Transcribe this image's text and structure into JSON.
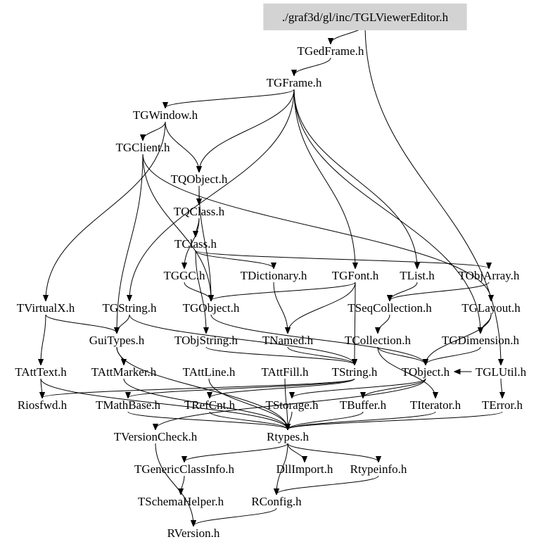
{
  "diagram": {
    "title": "./graf3d/gl/inc/TGLViewerEditor.h",
    "root": "TGLViewerEditor",
    "colors": {
      "root_fill": "#d3d3d3",
      "edge": "#000000",
      "text": "#000000",
      "background": "#ffffff"
    },
    "nodes": [
      {
        "id": "TGLViewerEditor",
        "label": "./graf3d/gl/inc/TGLViewerEditor.h",
        "highlighted": true
      },
      {
        "id": "TGedFrame",
        "label": "TGedFrame.h"
      },
      {
        "id": "TGFrame",
        "label": "TGFrame.h"
      },
      {
        "id": "TGWindow",
        "label": "TGWindow.h"
      },
      {
        "id": "TGClient",
        "label": "TGClient.h"
      },
      {
        "id": "TQObject",
        "label": "TQObject.h"
      },
      {
        "id": "TQClass",
        "label": "TQClass.h"
      },
      {
        "id": "TClass",
        "label": "TClass.h"
      },
      {
        "id": "TGGC",
        "label": "TGGC.h"
      },
      {
        "id": "TDictionary",
        "label": "TDictionary.h"
      },
      {
        "id": "TGFont",
        "label": "TGFont.h"
      },
      {
        "id": "TList",
        "label": "TList.h"
      },
      {
        "id": "TObjArray",
        "label": "TObjArray.h"
      },
      {
        "id": "TVirtualX",
        "label": "TVirtualX.h"
      },
      {
        "id": "TGString",
        "label": "TGString.h"
      },
      {
        "id": "TGObject",
        "label": "TGObject.h"
      },
      {
        "id": "TSeqCollection",
        "label": "TSeqCollection.h"
      },
      {
        "id": "TGLayout",
        "label": "TGLayout.h"
      },
      {
        "id": "GuiTypes",
        "label": "GuiTypes.h"
      },
      {
        "id": "TObjString",
        "label": "TObjString.h"
      },
      {
        "id": "TNamed",
        "label": "TNamed.h"
      },
      {
        "id": "TCollection",
        "label": "TCollection.h"
      },
      {
        "id": "TGDimension",
        "label": "TGDimension.h"
      },
      {
        "id": "TAttText",
        "label": "TAttText.h"
      },
      {
        "id": "TAttMarker",
        "label": "TAttMarker.h"
      },
      {
        "id": "TAttLine",
        "label": "TAttLine.h"
      },
      {
        "id": "TAttFill",
        "label": "TAttFill.h"
      },
      {
        "id": "TString",
        "label": "TString.h"
      },
      {
        "id": "TObject",
        "label": "TObject.h"
      },
      {
        "id": "TGLUtil",
        "label": "TGLUtil.h"
      },
      {
        "id": "Riosfwd",
        "label": "Riosfwd.h"
      },
      {
        "id": "TMathBase",
        "label": "TMathBase.h"
      },
      {
        "id": "TRefCnt",
        "label": "TRefCnt.h"
      },
      {
        "id": "TStorage",
        "label": "TStorage.h"
      },
      {
        "id": "TBuffer",
        "label": "TBuffer.h"
      },
      {
        "id": "TIterator",
        "label": "TIterator.h"
      },
      {
        "id": "TError",
        "label": "TError.h"
      },
      {
        "id": "TVersionCheck",
        "label": "TVersionCheck.h"
      },
      {
        "id": "Rtypes",
        "label": "Rtypes.h"
      },
      {
        "id": "TGenericClassInfo",
        "label": "TGenericClassInfo.h"
      },
      {
        "id": "DllImport",
        "label": "DllImport.h"
      },
      {
        "id": "Rtypeinfo",
        "label": "Rtypeinfo.h"
      },
      {
        "id": "TSchemaHelper",
        "label": "TSchemaHelper.h"
      },
      {
        "id": "RConfig",
        "label": "RConfig.h"
      },
      {
        "id": "RVersion",
        "label": "RVersion.h"
      }
    ],
    "edges": [
      [
        "TGLViewerEditor",
        "TGedFrame"
      ],
      [
        "TGLViewerEditor",
        "TGLUtil"
      ],
      [
        "TGedFrame",
        "TGFrame"
      ],
      [
        "TGFrame",
        "TGWindow"
      ],
      [
        "TGFrame",
        "TQObject"
      ],
      [
        "TGFrame",
        "TList"
      ],
      [
        "TGFrame",
        "TGFont"
      ],
      [
        "TGFrame",
        "TGDimension"
      ],
      [
        "TGFrame",
        "TGString"
      ],
      [
        "TGWindow",
        "TGClient"
      ],
      [
        "TGWindow",
        "TQObject"
      ],
      [
        "TGWindow",
        "TVirtualX"
      ],
      [
        "TGClient",
        "TGObject"
      ],
      [
        "TGClient",
        "TGLayout"
      ],
      [
        "TGClient",
        "GuiTypes"
      ],
      [
        "TQObject",
        "TQClass"
      ],
      [
        "TQObject",
        "TGObject"
      ],
      [
        "TQClass",
        "TClass"
      ],
      [
        "TQClass",
        "TGGC"
      ],
      [
        "TClass",
        "TDictionary"
      ],
      [
        "TClass",
        "TObjArray"
      ],
      [
        "TClass",
        "TObjString"
      ],
      [
        "TGGC",
        "TGObject"
      ],
      [
        "TDictionary",
        "TNamed"
      ],
      [
        "TGFont",
        "TGObject"
      ],
      [
        "TGFont",
        "TNamed"
      ],
      [
        "TGFont",
        "TString"
      ],
      [
        "TList",
        "TSeqCollection"
      ],
      [
        "TObjArray",
        "TSeqCollection"
      ],
      [
        "TVirtualX",
        "GuiTypes"
      ],
      [
        "TVirtualX",
        "TAttText"
      ],
      [
        "TGString",
        "GuiTypes"
      ],
      [
        "TGString",
        "TString"
      ],
      [
        "TGObject",
        "TObject"
      ],
      [
        "TSeqCollection",
        "TCollection"
      ],
      [
        "TGLayout",
        "TGDimension"
      ],
      [
        "TGLayout",
        "TObject"
      ],
      [
        "GuiTypes",
        "TAttMarker"
      ],
      [
        "GuiTypes",
        "Rtypes"
      ],
      [
        "TObjString",
        "TString"
      ],
      [
        "TNamed",
        "TString"
      ],
      [
        "TCollection",
        "TObject"
      ],
      [
        "TCollection",
        "TIterator"
      ],
      [
        "TGDimension",
        "TObject"
      ],
      [
        "TAttText",
        "Riosfwd"
      ],
      [
        "TAttText",
        "Rtypes"
      ],
      [
        "TAttMarker",
        "Rtypes"
      ],
      [
        "TAttLine",
        "Rtypes"
      ],
      [
        "TAttFill",
        "Rtypes"
      ],
      [
        "TString",
        "TMathBase"
      ],
      [
        "TString",
        "TRefCnt"
      ],
      [
        "TString",
        "Riosfwd"
      ],
      [
        "TObject",
        "TStorage"
      ],
      [
        "TObject",
        "TBuffer"
      ],
      [
        "TObject",
        "TVersionCheck"
      ],
      [
        "TGLUtil",
        "TError"
      ],
      [
        "TGLUtil",
        "TObject"
      ],
      [
        "TMathBase",
        "Rtypes"
      ],
      [
        "TRefCnt",
        "Rtypes"
      ],
      [
        "TStorage",
        "Rtypes"
      ],
      [
        "TBuffer",
        "Rtypes"
      ],
      [
        "TIterator",
        "Rtypes"
      ],
      [
        "TError",
        "Rtypes"
      ],
      [
        "TVersionCheck",
        "RVersion"
      ],
      [
        "Rtypes",
        "TGenericClassInfo"
      ],
      [
        "Rtypes",
        "DllImport"
      ],
      [
        "Rtypes",
        "Rtypeinfo"
      ],
      [
        "Rtypes",
        "RConfig"
      ],
      [
        "TGenericClassInfo",
        "TSchemaHelper"
      ],
      [
        "Rtypeinfo",
        "RConfig"
      ],
      [
        "RConfig",
        "RVersion"
      ]
    ]
  }
}
